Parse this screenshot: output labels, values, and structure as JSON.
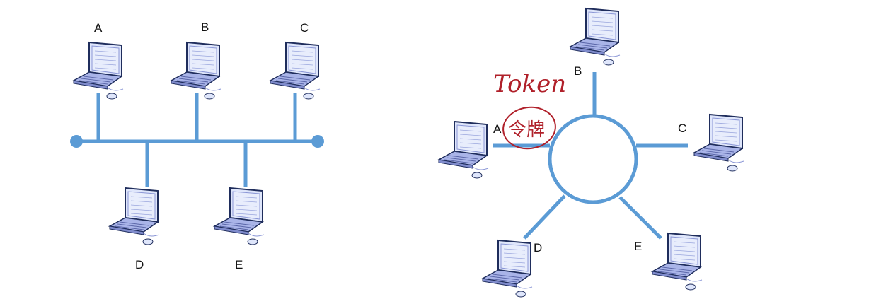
{
  "colors": {
    "cable": "#5b9bd5",
    "laptop_outline": "#1f2d5c",
    "laptop_body": "#a9b4e8",
    "laptop_screen": "#dfe6fb",
    "annotation": "#b0202a"
  },
  "icons": {
    "computer": "laptop-icon"
  },
  "bus": {
    "nodes": [
      {
        "id": "A",
        "label": "A"
      },
      {
        "id": "B",
        "label": "B"
      },
      {
        "id": "C",
        "label": "C"
      },
      {
        "id": "D",
        "label": "D"
      },
      {
        "id": "E",
        "label": "E"
      }
    ]
  },
  "ring": {
    "nodes": [
      {
        "id": "A",
        "label": "A"
      },
      {
        "id": "B",
        "label": "B"
      },
      {
        "id": "C",
        "label": "C"
      },
      {
        "id": "D",
        "label": "D"
      },
      {
        "id": "E",
        "label": "E"
      }
    ],
    "annotation": {
      "word": "Token",
      "chinese": "令牌"
    }
  }
}
